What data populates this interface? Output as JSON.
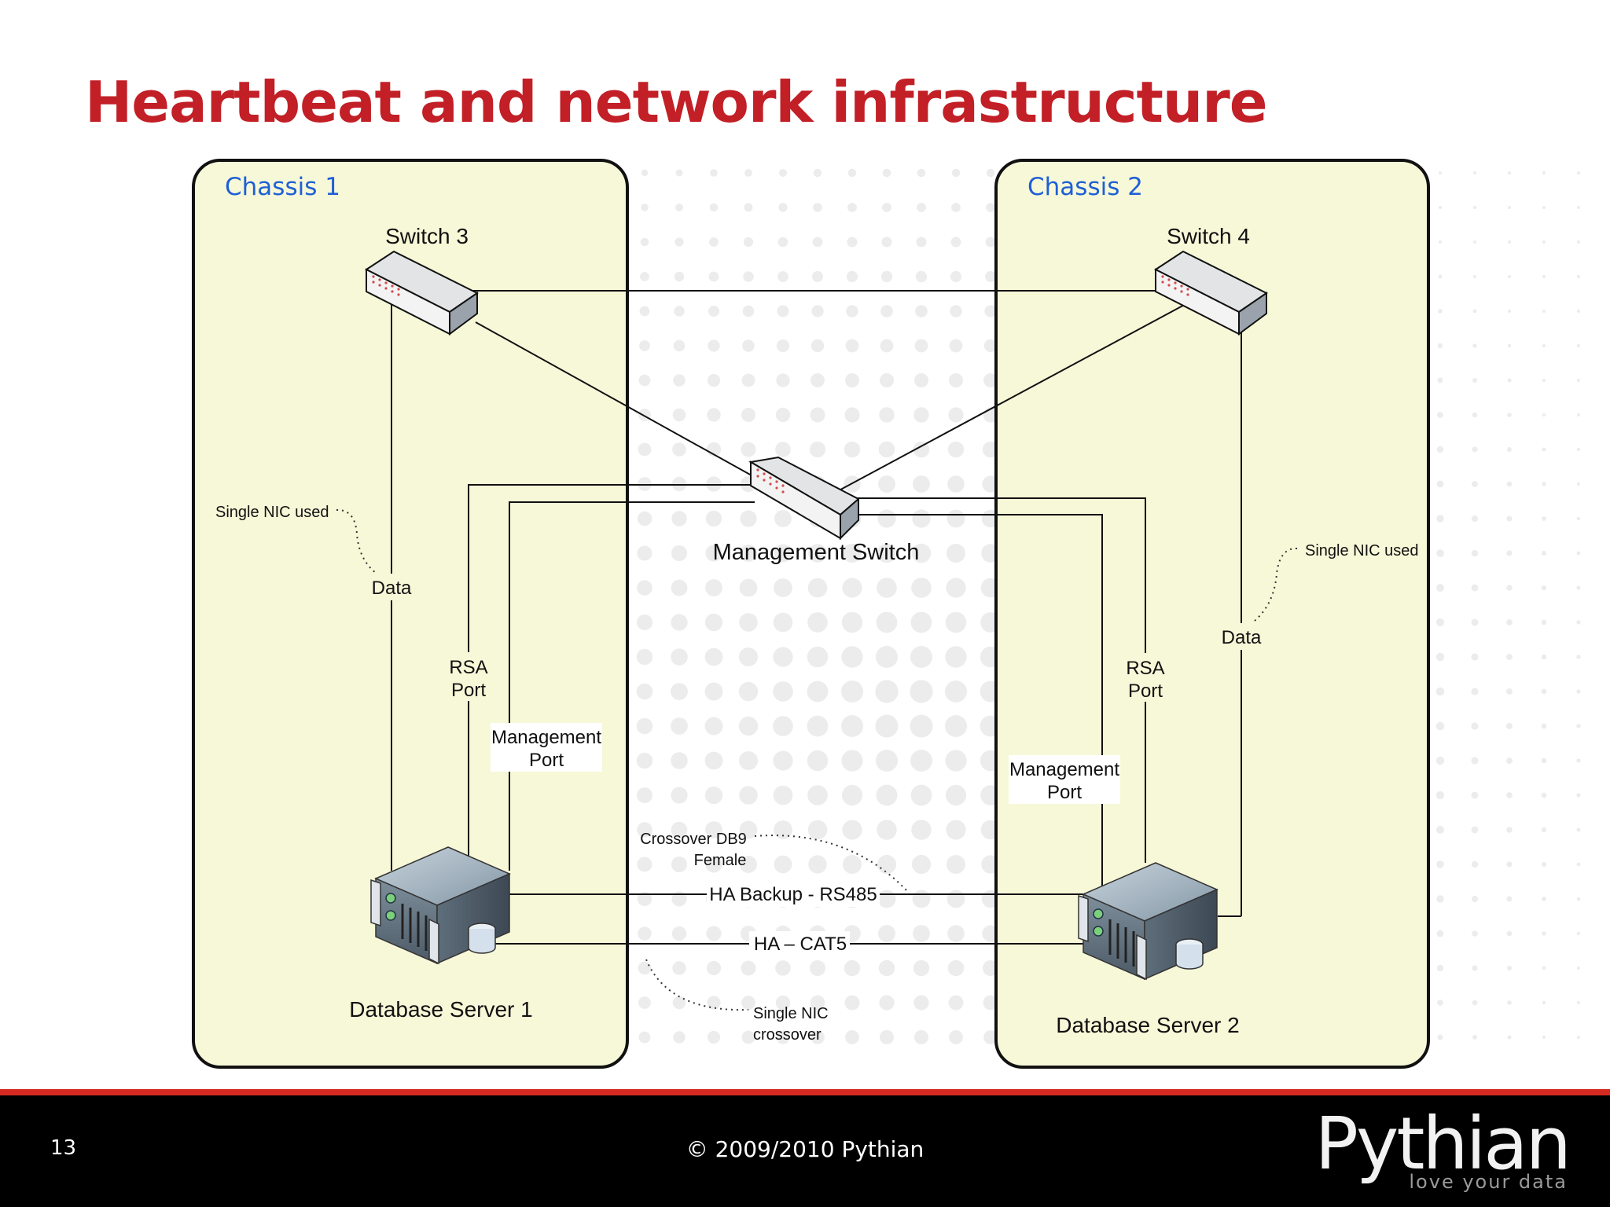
{
  "slide": {
    "title": "Heartbeat and network infrastructure",
    "page_number": "13",
    "copyright": "© 2009/2010 Pythian"
  },
  "logo": {
    "name": "Pythian",
    "tagline": "love your data"
  },
  "colors": {
    "title": "#c21f26",
    "chassis_fill": "#f7f8d8",
    "chassis_title": "#1f5fd6",
    "footer_bg": "#000000",
    "footer_rule": "#d42a22"
  },
  "diagram": {
    "chassis": [
      {
        "title": "Chassis 1"
      },
      {
        "title": "Chassis 2"
      }
    ],
    "devices": {
      "switch3": "Switch 3",
      "switch4": "Switch 4",
      "mgmt_switch": "Management Switch",
      "db1": "Database Server 1",
      "db2": "Database Server 2"
    },
    "links": {
      "data1": "Data",
      "data2": "Data",
      "rsa1_line1": "RSA",
      "rsa1_line2": "Port",
      "rsa2_line1": "RSA",
      "rsa2_line2": "Port",
      "mgmt1_line1": "Management",
      "mgmt1_line2": "Port",
      "mgmt2_line1": "Management",
      "mgmt2_line2": "Port",
      "ha_backup": "HA Backup - RS485",
      "ha_cat5": "HA – CAT5"
    },
    "notes": {
      "nic1": "Single NIC used",
      "nic2": "Single NIC used",
      "crossover_db9_line1": "Crossover DB9",
      "crossover_db9_line2": "Female",
      "single_nic_line1": "Single NIC",
      "single_nic_line2": "crossover"
    }
  }
}
